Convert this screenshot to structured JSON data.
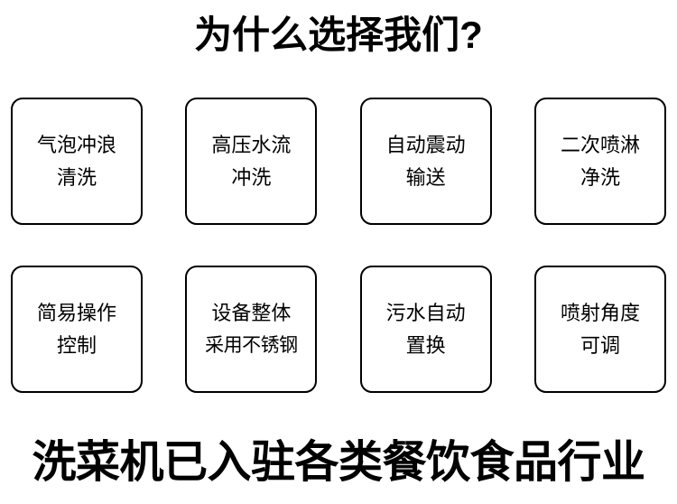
{
  "poster": {
    "headline": "为什么选择我们?",
    "footer": "洗菜机已入驻各类餐饮食品行业",
    "colors": {
      "background": "#ffffff",
      "text": "#000000",
      "card_border": "#000000"
    }
  },
  "features": {
    "rows": [
      {
        "cards": [
          {
            "line1": "气泡冲浪",
            "line2": "清洗"
          },
          {
            "line1": "高压水流",
            "line2": "冲洗"
          },
          {
            "line1": "自动震动",
            "line2": "输送"
          },
          {
            "line1": "二次喷淋",
            "line2": "净洗"
          }
        ]
      },
      {
        "cards": [
          {
            "line1": "简易操作",
            "line2": "控制"
          },
          {
            "line1": "设备整体",
            "line2": "采用不锈钢"
          },
          {
            "line1": "污水自动",
            "line2": "置换"
          },
          {
            "line1": "喷射角度",
            "line2": "可调"
          }
        ]
      }
    ]
  }
}
